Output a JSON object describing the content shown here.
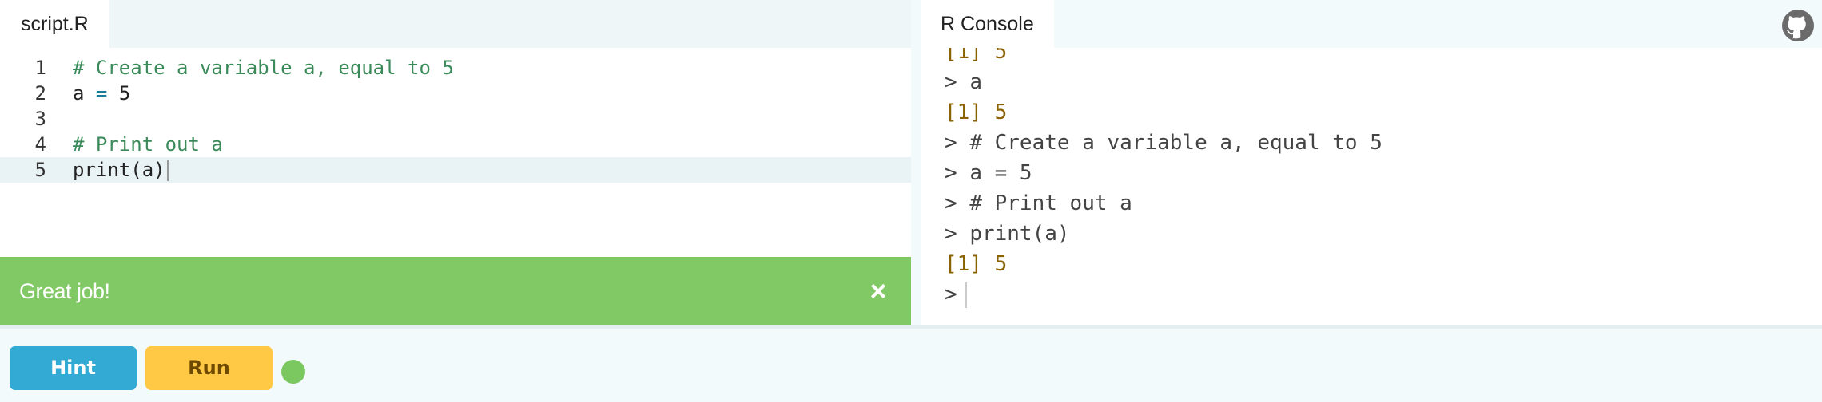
{
  "editor": {
    "tab_label": "script.R",
    "lines": [
      {
        "number": "1",
        "comment": "# Create a variable a, equal to 5"
      },
      {
        "number": "2",
        "var": "a",
        "op": "=",
        "val": "5"
      },
      {
        "number": "3"
      },
      {
        "number": "4",
        "comment": "# Print out a"
      },
      {
        "number": "5",
        "text": "print(a)"
      }
    ]
  },
  "feedback": {
    "message": "Great job!",
    "close_icon": "×"
  },
  "console": {
    "tab_label": "R Console",
    "lines": [
      {
        "kind": "out",
        "text": "[1] 5"
      },
      {
        "kind": "in",
        "text": "a"
      },
      {
        "kind": "out",
        "text": "[1] 5"
      },
      {
        "kind": "in",
        "text": "# Create a variable a, equal to 5"
      },
      {
        "kind": "in",
        "text": "a = 5"
      },
      {
        "kind": "in",
        "text": "# Print out a"
      },
      {
        "kind": "in",
        "text": "print(a)"
      },
      {
        "kind": "out",
        "text": "[1] 5"
      }
    ],
    "prompt": ">"
  },
  "toolbar": {
    "hint_label": "Hint",
    "run_label": "Run"
  },
  "icons": {
    "github": "github-icon"
  },
  "colors": {
    "success": "#81c964",
    "hint": "#33aad4",
    "run": "#ffc845",
    "status": "#7bc860"
  }
}
